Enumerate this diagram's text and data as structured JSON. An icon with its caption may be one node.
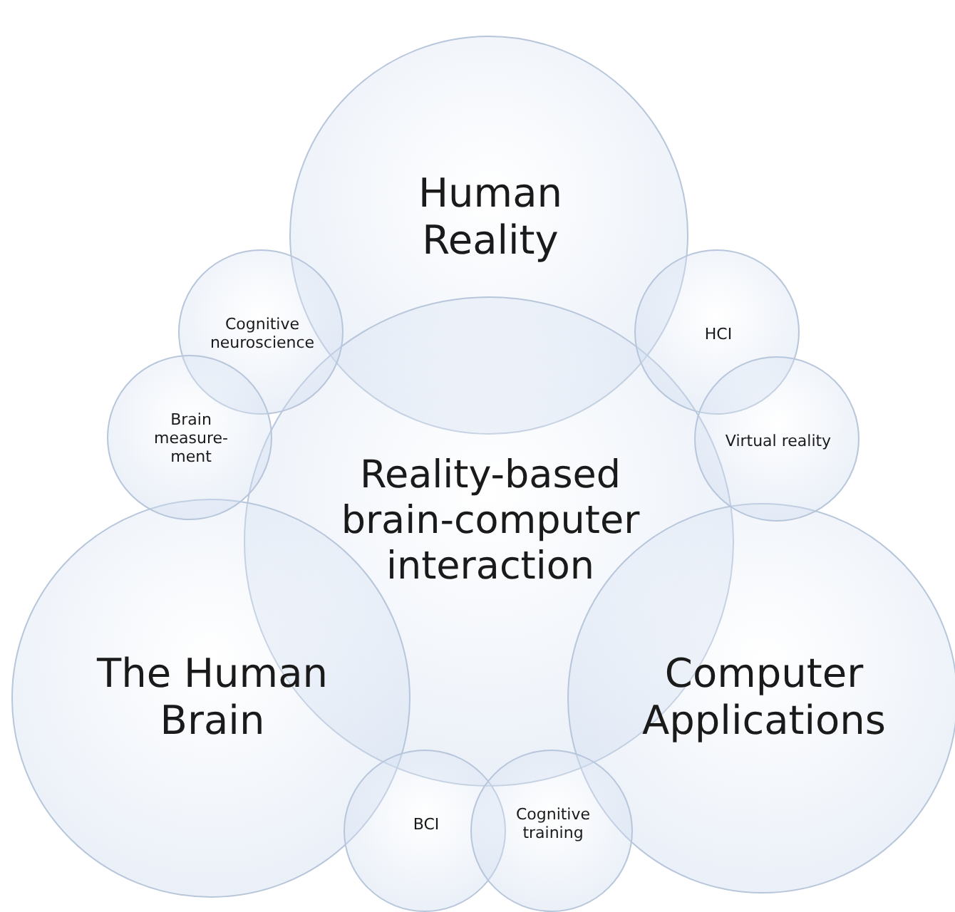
{
  "diagram": {
    "nodes": [
      {
        "text": [
          "Human Reality"
        ]
      },
      {
        "text": [
          "Cognitive neuroscience"
        ]
      },
      {
        "text": [
          "HCI"
        ]
      },
      {
        "text": [
          "Brain measure-ment"
        ]
      },
      {
        "text": [
          "Reality-based brain-computer interaction"
        ]
      },
      {
        "text": [
          "Virtual reality"
        ]
      },
      {
        "text": [
          "The Human Brain"
        ]
      },
      {
        "text": [
          "Computer Applications"
        ]
      },
      {
        "text": [
          "BCI"
        ]
      },
      {
        "text": [
          "Cognitive training"
        ]
      }
    ]
  }
}
